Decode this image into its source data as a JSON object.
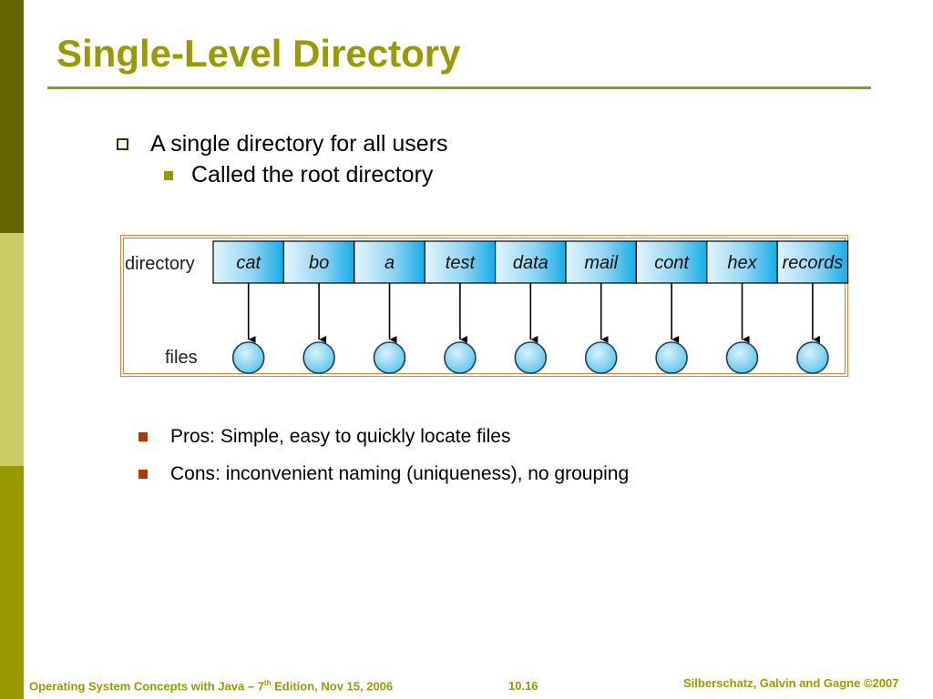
{
  "slide": {
    "title": "Single-Level Directory",
    "bullets": [
      {
        "text": "A single directory for all users",
        "sub": [
          "Called the root directory"
        ]
      }
    ],
    "pros": "Pros: Simple, easy to quickly locate files",
    "cons": "Cons: inconvenient naming (uniqueness), no grouping"
  },
  "diagram": {
    "directory_label": "directory",
    "files_label": "files",
    "entries": [
      "cat",
      "bo",
      "a",
      "test",
      "data",
      "mail",
      "cont",
      "hex",
      "records"
    ]
  },
  "footer": {
    "left_prefix": "Operating System Concepts with Java – 7",
    "left_sup": "th",
    "left_suffix": " Edition, Nov 15, 2006",
    "page": "10.16",
    "right": "Silberschatz, Galvin and Gagne ©2007"
  },
  "colors": {
    "title": "#999900",
    "sidebar_dark": "#666600",
    "sidebar_light": "#cccc66",
    "sidebar_mid": "#999900",
    "diagram_frame": "#d08a3c",
    "cell_light": "#dff3fb",
    "cell_dark": "#1ab0e8",
    "file_node": "#7fd0f2"
  }
}
